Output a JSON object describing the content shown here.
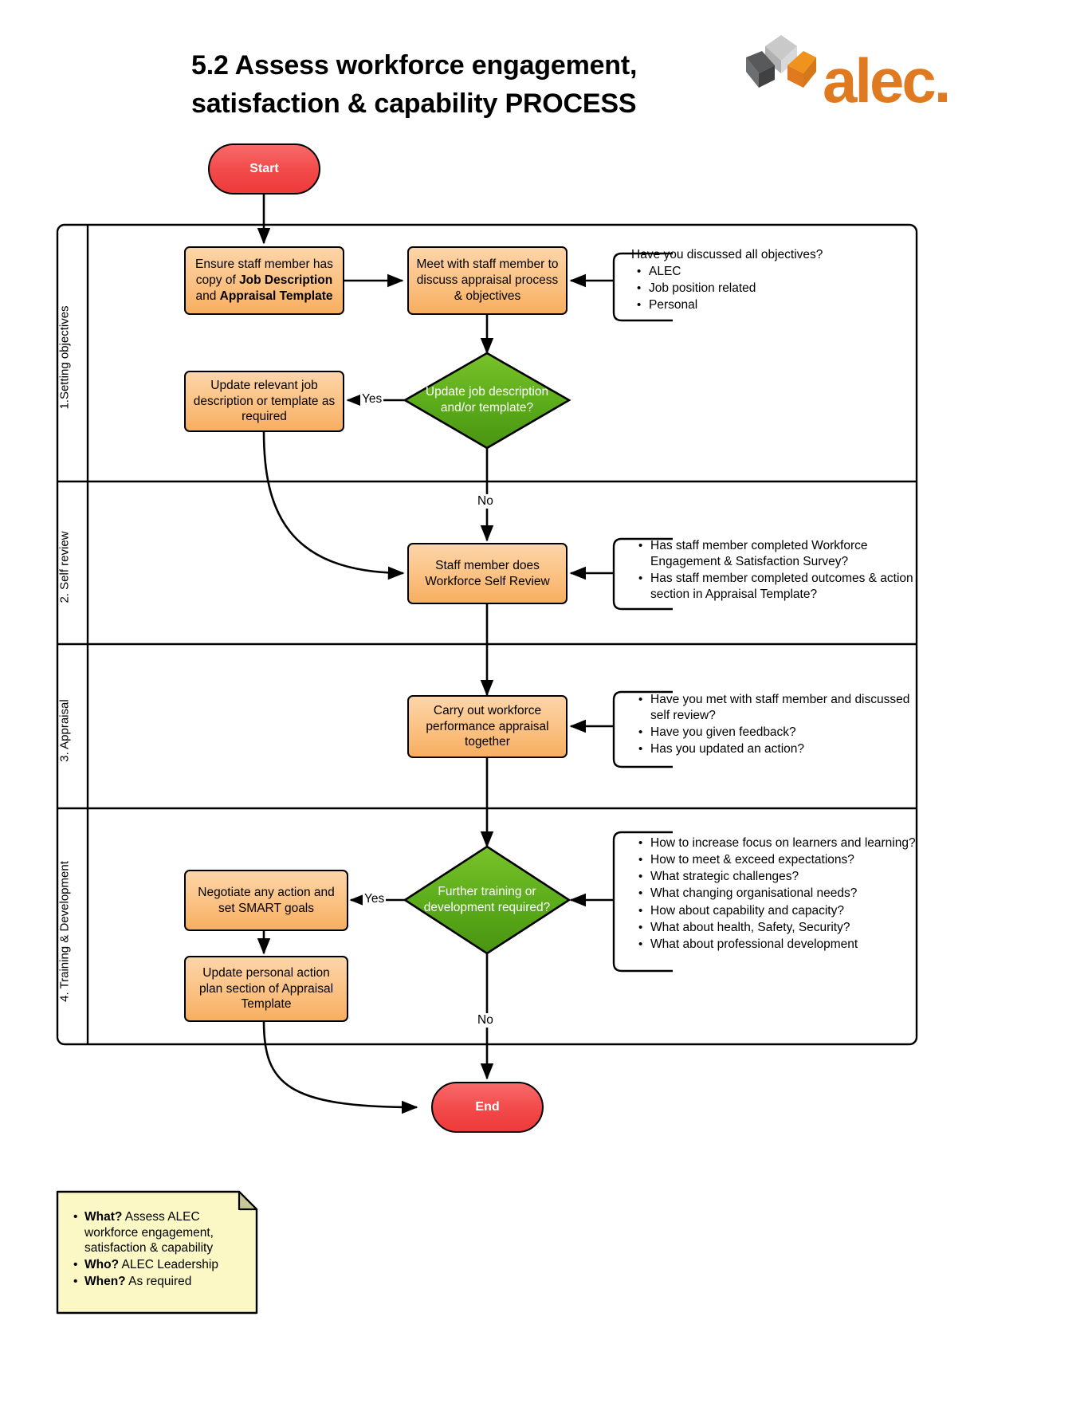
{
  "title": {
    "line1": "5.2 Assess workforce engagement,",
    "line2": "satisfaction & capability PROCESS"
  },
  "logo": {
    "wordmark": "alec.",
    "mark_name": "pinwheel-mark",
    "orange": "#e07a20",
    "grays": [
      "#a8a8a8",
      "#c8c8c8",
      "#58595b",
      "#808285"
    ]
  },
  "colors": {
    "process_fill": "#fbc182",
    "decision_fill": "#55a618",
    "terminator_fill": "#f34b4b",
    "note_fill": "#fbf8c6",
    "stroke": "#000000"
  },
  "lanes": [
    {
      "label": "1.Setting objectives"
    },
    {
      "label": "2. Self review"
    },
    {
      "label": "3. Appraisal"
    },
    {
      "label": "4. Training & Development"
    }
  ],
  "terminators": {
    "start": "Start",
    "end": "End"
  },
  "nodes": {
    "ensure_copy": {
      "pre": "Ensure staff member has copy of ",
      "bold1": "Job Description",
      "mid": " and ",
      "bold2": "Appraisal Template"
    },
    "meet_staff": "Meet with staff member to discuss appraisal process & objectives",
    "update_jd": "Update relevant job description or template as required",
    "self_review": "Staff member does Workforce Self Review",
    "appraisal": "Carry out workforce performance appraisal together",
    "negotiate": "Negotiate any action and set SMART goals",
    "update_plan": "Update personal action plan section of Appraisal Template"
  },
  "decisions": {
    "update_template": "Update job description and/or template?",
    "further_training": "Further training or development required?"
  },
  "edge_labels": {
    "yes1": "Yes",
    "no1": "No",
    "yes2": "Yes",
    "no2": "No"
  },
  "annotations": {
    "objectives": {
      "lead": "Have you discussed all objectives?",
      "items": [
        "ALEC",
        "Job position related",
        "Personal"
      ]
    },
    "self_review": {
      "lead": "",
      "items": [
        "Has staff member completed Workforce Engagement & Satisfaction Survey?",
        "Has staff member completed outcomes & action section in Appraisal Template?"
      ]
    },
    "appraisal": {
      "lead": "",
      "items": [
        "Have you met with staff member and discussed self review?",
        "Have you given feedback?",
        "Has you updated an action?"
      ]
    },
    "training": {
      "lead": "",
      "items": [
        "How to increase focus on learners and learning?",
        "How to meet & exceed expectations?",
        "What strategic challenges?",
        "What changing organisational needs?",
        "How about capability and capacity?",
        "What about health, Safety, Security?",
        "What about professional development"
      ]
    }
  },
  "note": {
    "items": [
      {
        "label": "What?",
        "text": " Assess ALEC workforce engagement, satisfaction & capability"
      },
      {
        "label": "Who?",
        "text": " ALEC Leadership"
      },
      {
        "label": "When?",
        "text": " As required"
      }
    ]
  }
}
